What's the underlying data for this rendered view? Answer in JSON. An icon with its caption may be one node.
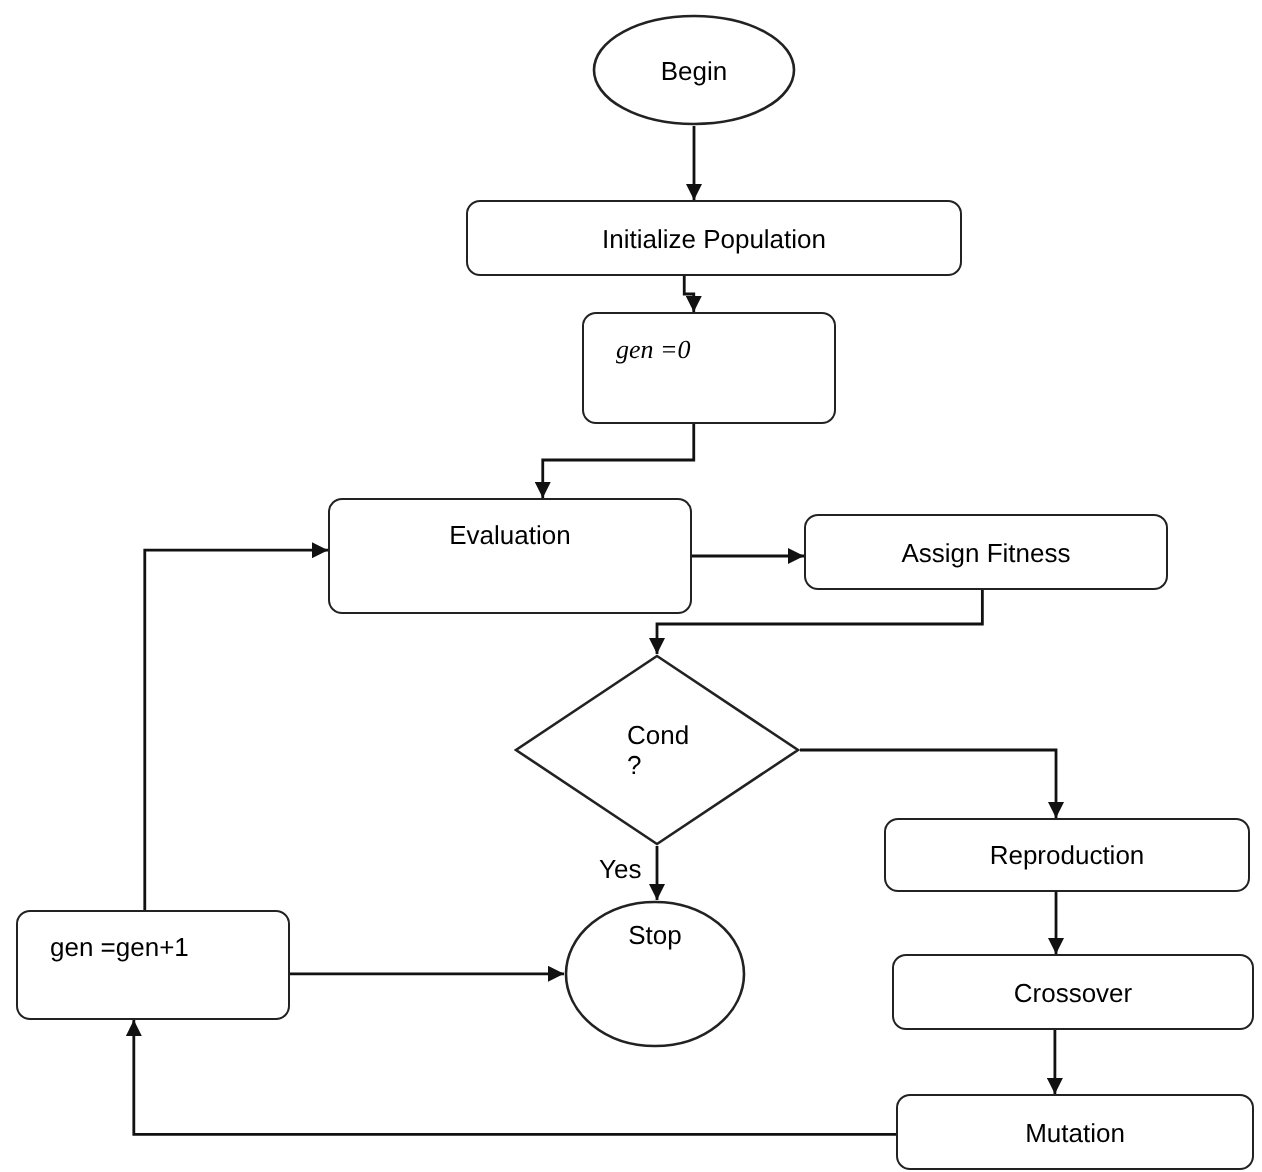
{
  "diagram": {
    "nodes": [
      {
        "text": [
          "Begin"
        ]
      },
      {
        "text": [
          "Initialize Population"
        ]
      },
      {
        "text": [
          "gen =0"
        ]
      },
      {
        "text": [
          "Evaluation"
        ]
      },
      {
        "text": [
          "Assign Fitness"
        ]
      },
      {
        "text": [
          "Cond ?"
        ]
      },
      {
        "text": [
          "Reproduction"
        ]
      },
      {
        "text": [
          "Crossover"
        ]
      },
      {
        "text": [
          "Mutation"
        ]
      },
      {
        "text": [
          "Stop"
        ]
      },
      {
        "text": [
          "gen =gen+1"
        ]
      }
    ],
    "edges": [
      {
        "from": 0,
        "to": 1,
        "arrow": "to"
      },
      {
        "from": 1,
        "to": 2,
        "arrow": "to"
      },
      {
        "from": 2,
        "to": 3,
        "arrow": "to"
      },
      {
        "from": 3,
        "to": 4,
        "arrow": "to"
      },
      {
        "from": 4,
        "to": 5,
        "arrow": "to"
      },
      {
        "from": 5,
        "to": 9,
        "arrow": "to",
        "label": "Yes"
      },
      {
        "from": 5,
        "to": 6,
        "arrow": "to"
      },
      {
        "from": 6,
        "to": 7,
        "arrow": "to"
      },
      {
        "from": 7,
        "to": 8,
        "arrow": "to"
      },
      {
        "from": 8,
        "to": 10,
        "arrow": "to"
      },
      {
        "from": 10,
        "to": 9,
        "arrow": "to"
      },
      {
        "from": 10,
        "to": 3,
        "arrow": "to"
      }
    ]
  }
}
